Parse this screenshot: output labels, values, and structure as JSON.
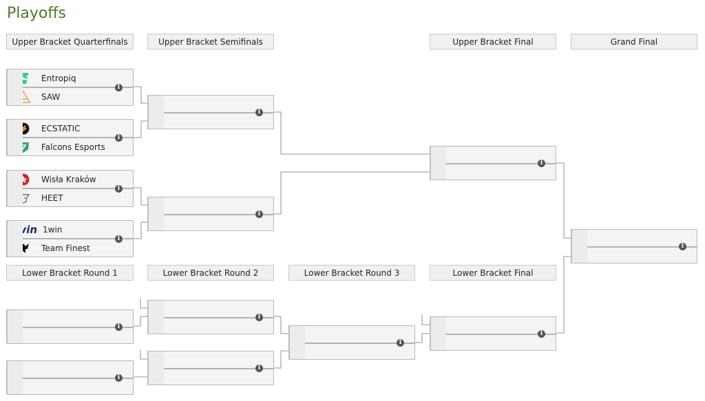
{
  "page": {
    "title": "Playoffs"
  },
  "headers": {
    "ub_qf": "Upper Bracket Quarterfinals",
    "ub_sf": "Upper Bracket Semifinals",
    "ub_final": "Upper Bracket Final",
    "grand_final": "Grand Final",
    "lb_r1": "Lower Bracket Round 1",
    "lb_r2": "Lower Bracket Round 2",
    "lb_r3": "Lower Bracket Round 3",
    "lb_final": "Lower Bracket Final"
  },
  "matches": {
    "ub_qf1": {
      "team1": {
        "name": "Entropiq",
        "logo": "entropiq-logo",
        "color": "#2ecc8f"
      },
      "team2": {
        "name": "SAW",
        "logo": "saw-logo",
        "color": "#e8b673"
      }
    },
    "ub_qf2": {
      "team1": {
        "name": "ECSTATIC",
        "logo": "ecstatic-logo",
        "color": "#111111"
      },
      "team2": {
        "name": "Falcons Esports",
        "logo": "falcons-logo",
        "color": "#2fa86a"
      }
    },
    "ub_qf3": {
      "team1": {
        "name": "Wisła Kraków",
        "logo": "wisla-logo",
        "color": "#d8232a"
      },
      "team2": {
        "name": "HEET",
        "logo": "heet-logo",
        "color": "#666666"
      }
    },
    "ub_qf4": {
      "team1": {
        "name": "1win",
        "logo": "1win-logo",
        "color": "#1a2a6c"
      },
      "team2": {
        "name": "Team Finest",
        "logo": "team-finest-logo",
        "color": "#111111"
      }
    }
  },
  "info_icon": "info-icon",
  "colors": {
    "title": "#4e7a2a",
    "line": "#a9a9a9",
    "match_bg": "#f4f4f4",
    "header_bg": "#f0f0f0"
  }
}
